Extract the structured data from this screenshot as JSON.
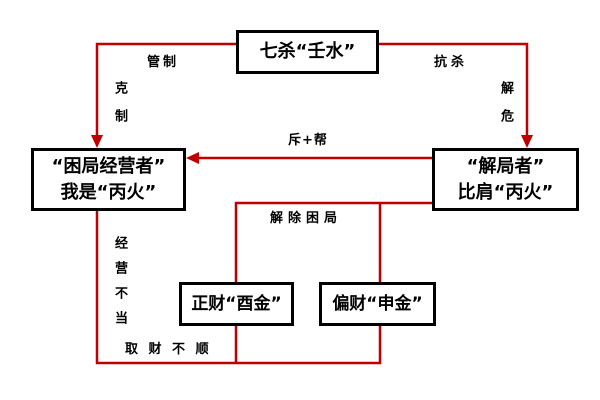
{
  "colors": {
    "background": "#ffffff",
    "connector": "#c00000",
    "box_border": "#000000",
    "text": "#000000"
  },
  "nodes": {
    "qisha": {
      "label": "七杀“壬水”"
    },
    "operator": {
      "line1": "“困局经营者”",
      "line2": "我是“丙火”"
    },
    "rescuer": {
      "line1": "“解局者”",
      "line2": "比肩“丙火”"
    },
    "zhengcai": {
      "label": "正财“酉金”"
    },
    "piancai": {
      "label": "偏财“申金”"
    }
  },
  "edge_labels": {
    "guanzhi": "管制",
    "kezhi": "克制",
    "kangsha": "抗杀",
    "jiewei": "解危",
    "chibang": "斥+帮",
    "jiechu_kunju": "解除困局",
    "jingying_budang": "经营不当",
    "qucai_bushun": "取 财 不 顺"
  }
}
